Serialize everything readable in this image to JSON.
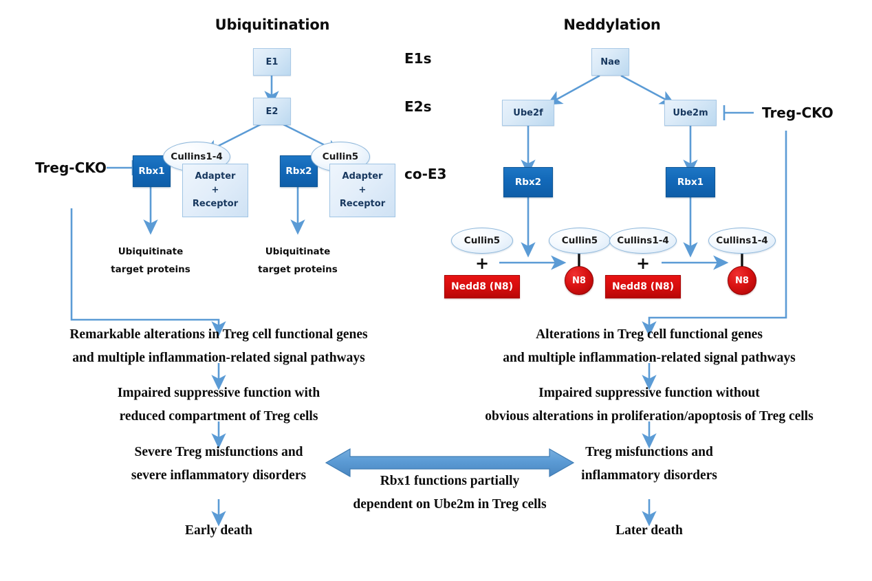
{
  "diagram": {
    "titles": {
      "left": "Ubiquitination",
      "right": "Neddylation"
    },
    "stage_labels": [
      {
        "label": "E1s"
      },
      {
        "label": "E2s"
      },
      {
        "label": "co-E3"
      }
    ],
    "ubiquitination": {
      "e1": "E1",
      "e2": "E2",
      "treg_cko": "Treg-CKO",
      "branch_left": {
        "rbx": "Rbx1",
        "cullin": "Cullins1-4",
        "adapter": [
          "Adapter",
          "+",
          "Receptor"
        ],
        "output": [
          "Ubiquitinate",
          "target proteins"
        ]
      },
      "branch_right": {
        "rbx": "Rbx2",
        "cullin": "Cullin5",
        "adapter": [
          "Adapter",
          "+",
          "Receptor"
        ],
        "output": [
          "Ubiquitinate",
          "target proteins"
        ]
      },
      "outcomes": [
        [
          "Remarkable alterations in Treg cell functional genes",
          "and multiple inflammation-related signal pathways"
        ],
        [
          "Impaired suppressive function with",
          "reduced compartment of Treg cells"
        ],
        [
          "Severe Treg misfunctions and",
          "severe inflammatory disorders"
        ],
        [
          "Early death"
        ]
      ]
    },
    "neddylation": {
      "nae": "Nae",
      "treg_cko": "Treg-CKO",
      "branch_left": {
        "e2": "Ube2f",
        "rbx": "Rbx2",
        "substrate_cullin": "Cullin5",
        "plus": "+",
        "nedd8": "Nedd8 (N8)",
        "product_cullin": "Cullin5",
        "product_tag": "N8"
      },
      "branch_right": {
        "e2": "Ube2m",
        "rbx": "Rbx1",
        "substrate_cullin": "Cullins1-4",
        "plus": "+",
        "nedd8": "Nedd8 (N8)",
        "product_cullin": "Cullins1-4",
        "product_tag": "N8"
      },
      "outcomes": [
        [
          "Alterations in Treg cell functional genes",
          "and multiple inflammation-related signal pathways"
        ],
        [
          "Impaired suppressive function without",
          "obvious alterations in proliferation/apoptosis of Treg cells"
        ],
        [
          "Treg misfunctions and",
          "inflammatory disorders"
        ],
        [
          "Later death"
        ]
      ]
    },
    "bridge": {
      "caption": [
        "Rbx1 functions partially",
        "dependent on Ube2m in Treg cells"
      ]
    },
    "colors": {
      "arrow_blue": "#5b9bd5",
      "rbx_blue": "#1268b8",
      "nedd8_red": "#d40d0d",
      "enzyme_box": "#dcebf8",
      "text_black": "#0d0d0d"
    }
  }
}
